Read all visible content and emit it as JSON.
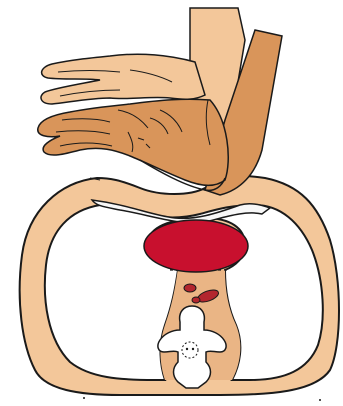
{
  "colors": {
    "background": "#ffffff",
    "skin_light": "#f3c79a",
    "skin_dark": "#d9955a",
    "skin_shadow": "#c8844a",
    "outline": "#1a1a1a",
    "heart_red": "#c8102e",
    "vessel_red": "#b3262e",
    "bone_white": "#ffffff",
    "sternum_white": "#f7f7f7"
  },
  "icons": [
    "hands-icon",
    "chest-cross-section",
    "sternum",
    "heart",
    "aorta",
    "vertebra"
  ]
}
